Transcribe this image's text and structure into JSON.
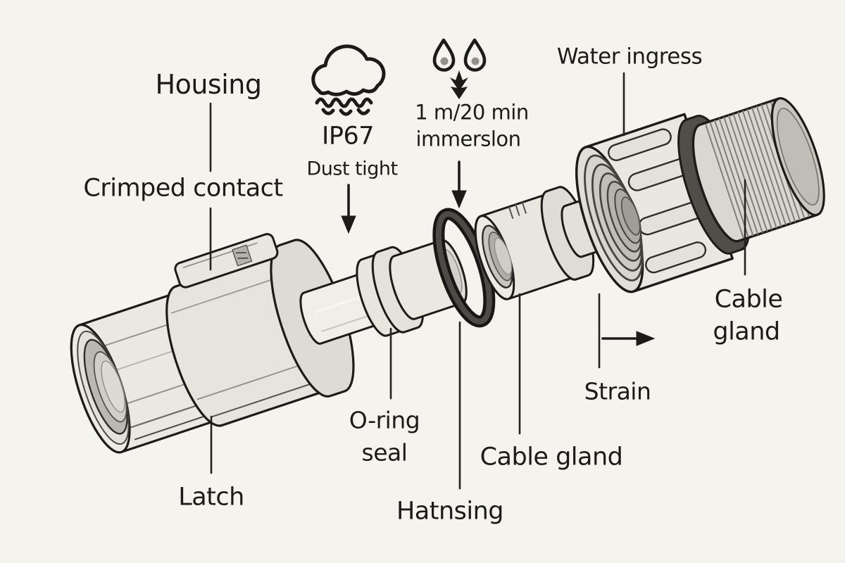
{
  "title": "IP67 connector exploded diagram",
  "labels": {
    "housing": "Housing",
    "crimped_contact": "Crimped contact",
    "latch": "Latch",
    "oring_line1": "O-ring",
    "oring_line2": "seal",
    "hatnsing": "Hatnsing",
    "cable_gland_bottom": "Cable gland",
    "strain": "Strain",
    "water_ingress": "Water ingress",
    "cable_gland_right_line1": "Cable",
    "cable_gland_right_line2": "gland",
    "ip_rating": "IP67",
    "dust_tight": "Dust tight",
    "immersion_line1": "1 m/20 min",
    "immersion_line2": "immerslon"
  },
  "icons": {
    "cloud_rain": "cloud-rain-icon",
    "droplet_left": "droplet-icon",
    "droplet_right": "droplet-icon",
    "depth_double_arrow": "depth-double-arrow-icon",
    "dust_down_arrow": "down-arrow-icon",
    "immersion_down_arrow": "down-arrow-icon",
    "strain_right_arrow": "right-arrow-icon"
  },
  "diagram": {
    "type": "exploded-connector-line-art",
    "parts": [
      "connector-housing",
      "latch",
      "crimped-contact-pin",
      "o-ring-seal",
      "cable-gland-small",
      "coupling-nut",
      "strain-relief-ribbed-gland"
    ]
  },
  "colors": {
    "background": "#f5f3ed",
    "ink": "#1c1b19",
    "part_fill": "#e8e6e0",
    "part_fill_light": "#efede7",
    "part_shade": "#cfcdc6",
    "part_deep": "#aeaca5",
    "oring": "#3b3935",
    "leader_line": "#232220"
  }
}
